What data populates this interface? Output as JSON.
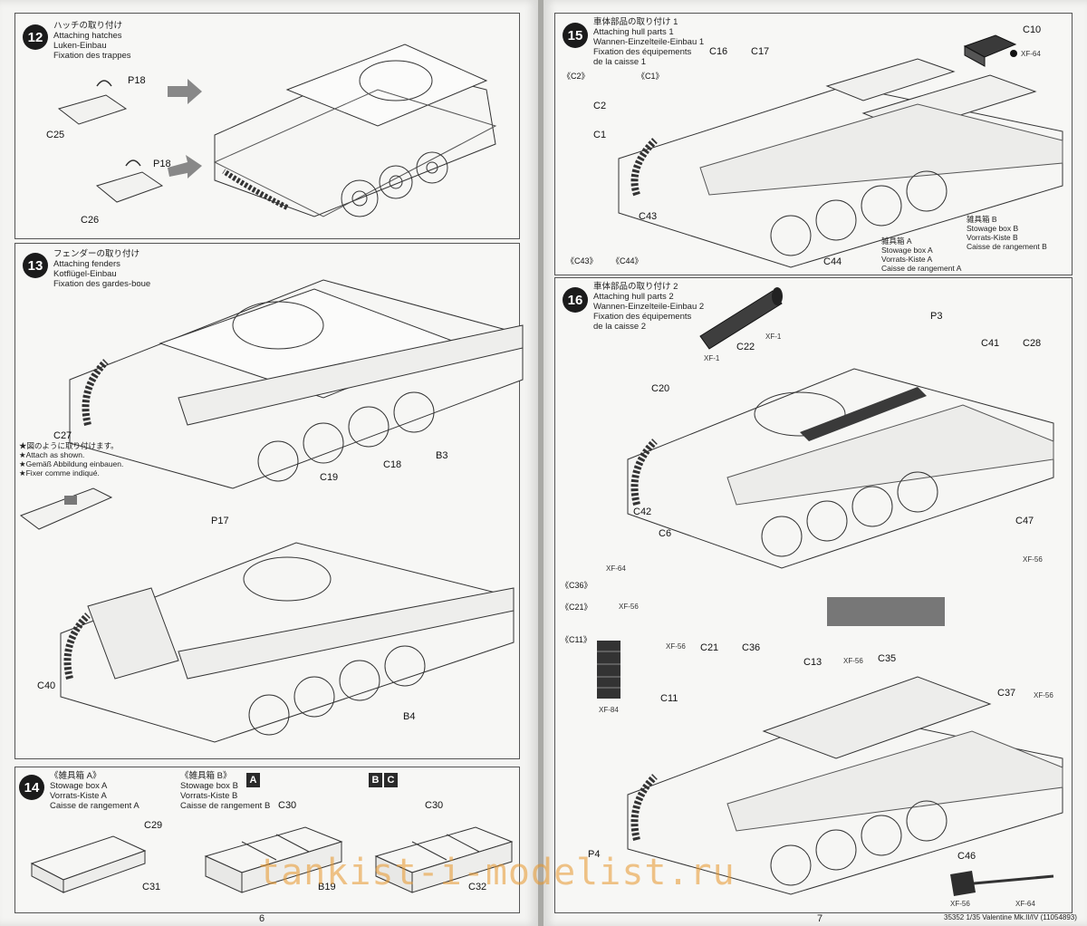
{
  "step12": {
    "number": "12",
    "title_jp": "ハッチの取り付け",
    "title_en": "Attaching hatches",
    "title_de": "Luken-Einbau",
    "title_fr": "Fixation des trappes",
    "labels": {
      "p18a": "P18",
      "c25": "C25",
      "p18b": "P18",
      "c26": "C26"
    }
  },
  "step13": {
    "number": "13",
    "title_jp": "フェンダーの取り付け",
    "title_en": "Attaching fenders",
    "title_de": "Kotflügel-Einbau",
    "title_fr": "Fixation des gardes-boue",
    "note": [
      "★図のように取り付けます。",
      "★Attach as shown.",
      "★Gemäß Abbildung einbauen.",
      "★Fixer comme indiqué."
    ],
    "labels": {
      "c27": "C27",
      "c19": "C19",
      "c18": "C18",
      "b3": "B3",
      "p17": "P17",
      "c40": "C40",
      "b4": "B4"
    }
  },
  "step14": {
    "number": "14",
    "boxA": {
      "jp": "《雑具箱 A》",
      "en": "Stowage box A",
      "de": "Vorrats-Kiste A",
      "fr": "Caisse de rangement A"
    },
    "boxB": {
      "jp": "《雑具箱 B》",
      "en": "Stowage box B",
      "de": "Vorrats-Kiste B",
      "fr": "Caisse de rangement B"
    },
    "badge1": [
      "A"
    ],
    "badge2": [
      "B",
      "C"
    ],
    "labels": {
      "c29": "C29",
      "c31": "C31",
      "c30a": "C30",
      "b19": "B19",
      "c30b": "C30",
      "c32": "C32"
    }
  },
  "step15": {
    "number": "15",
    "title_jp": "車体部品の取り付け 1",
    "title_en": "Attaching hull parts 1",
    "title_de": "Wannen-Einzelteile-Einbau 1",
    "title_fr": "Fixation des équipements",
    "title_fr2": "de la caisse 1",
    "labels": {
      "c10": "C10",
      "c16": "C16",
      "c17": "C17",
      "c2sub": "《C2》",
      "c1sub": "《C1》",
      "c2": "C2",
      "c1": "C1",
      "c43": "C43",
      "c43sub": "《C43》",
      "c44sub": "《C44》",
      "c44": "C44",
      "xf64": "XF-64"
    },
    "boxB": [
      "雑具箱 B",
      "Stowage box B",
      "Vorrats-Kiste B",
      "Caisse de rangement B"
    ],
    "boxA": [
      "雑具箱 A",
      "Stowage box A",
      "Vorrats-Kiste A",
      "Caisse de rangement A"
    ]
  },
  "step16": {
    "number": "16",
    "title_jp": "車体部品の取り付け 2",
    "title_en": "Attaching hull parts 2",
    "title_de": "Wannen-Einzelteile-Einbau 2",
    "title_fr": "Fixation des équipements",
    "title_fr2": "de la caisse 2",
    "labels": {
      "c22": "C22",
      "xf1a": "XF-1",
      "xf1b": "XF-1",
      "c20": "C20",
      "p3": "P3",
      "c41": "C41",
      "c28": "C28",
      "c42": "C42",
      "c6": "C6",
      "c47": "C47",
      "xf56a": "XF-56",
      "c36sub": "《C36》",
      "xf64a": "XF-64",
      "c21sub": "《C21》",
      "xf56b": "XF-56",
      "xf56c": "XF-56",
      "c11sub": "《C11》",
      "xf84": "XF-84",
      "c21": "C21",
      "c36": "C36",
      "c13": "C13",
      "xf56d": "XF-56",
      "c35": "C35",
      "xf56e": "XF-56",
      "c37": "C37",
      "c11": "C11",
      "p4": "P4",
      "c46": "C46",
      "xf56f": "XF-56",
      "xf64b": "XF-64"
    }
  },
  "footer": {
    "page_left": "6",
    "page_right": "7",
    "code": "35352  1/35 Valentine Mk.II/IV (11054893)"
  },
  "watermark": "tankist-i-modelist.ru"
}
